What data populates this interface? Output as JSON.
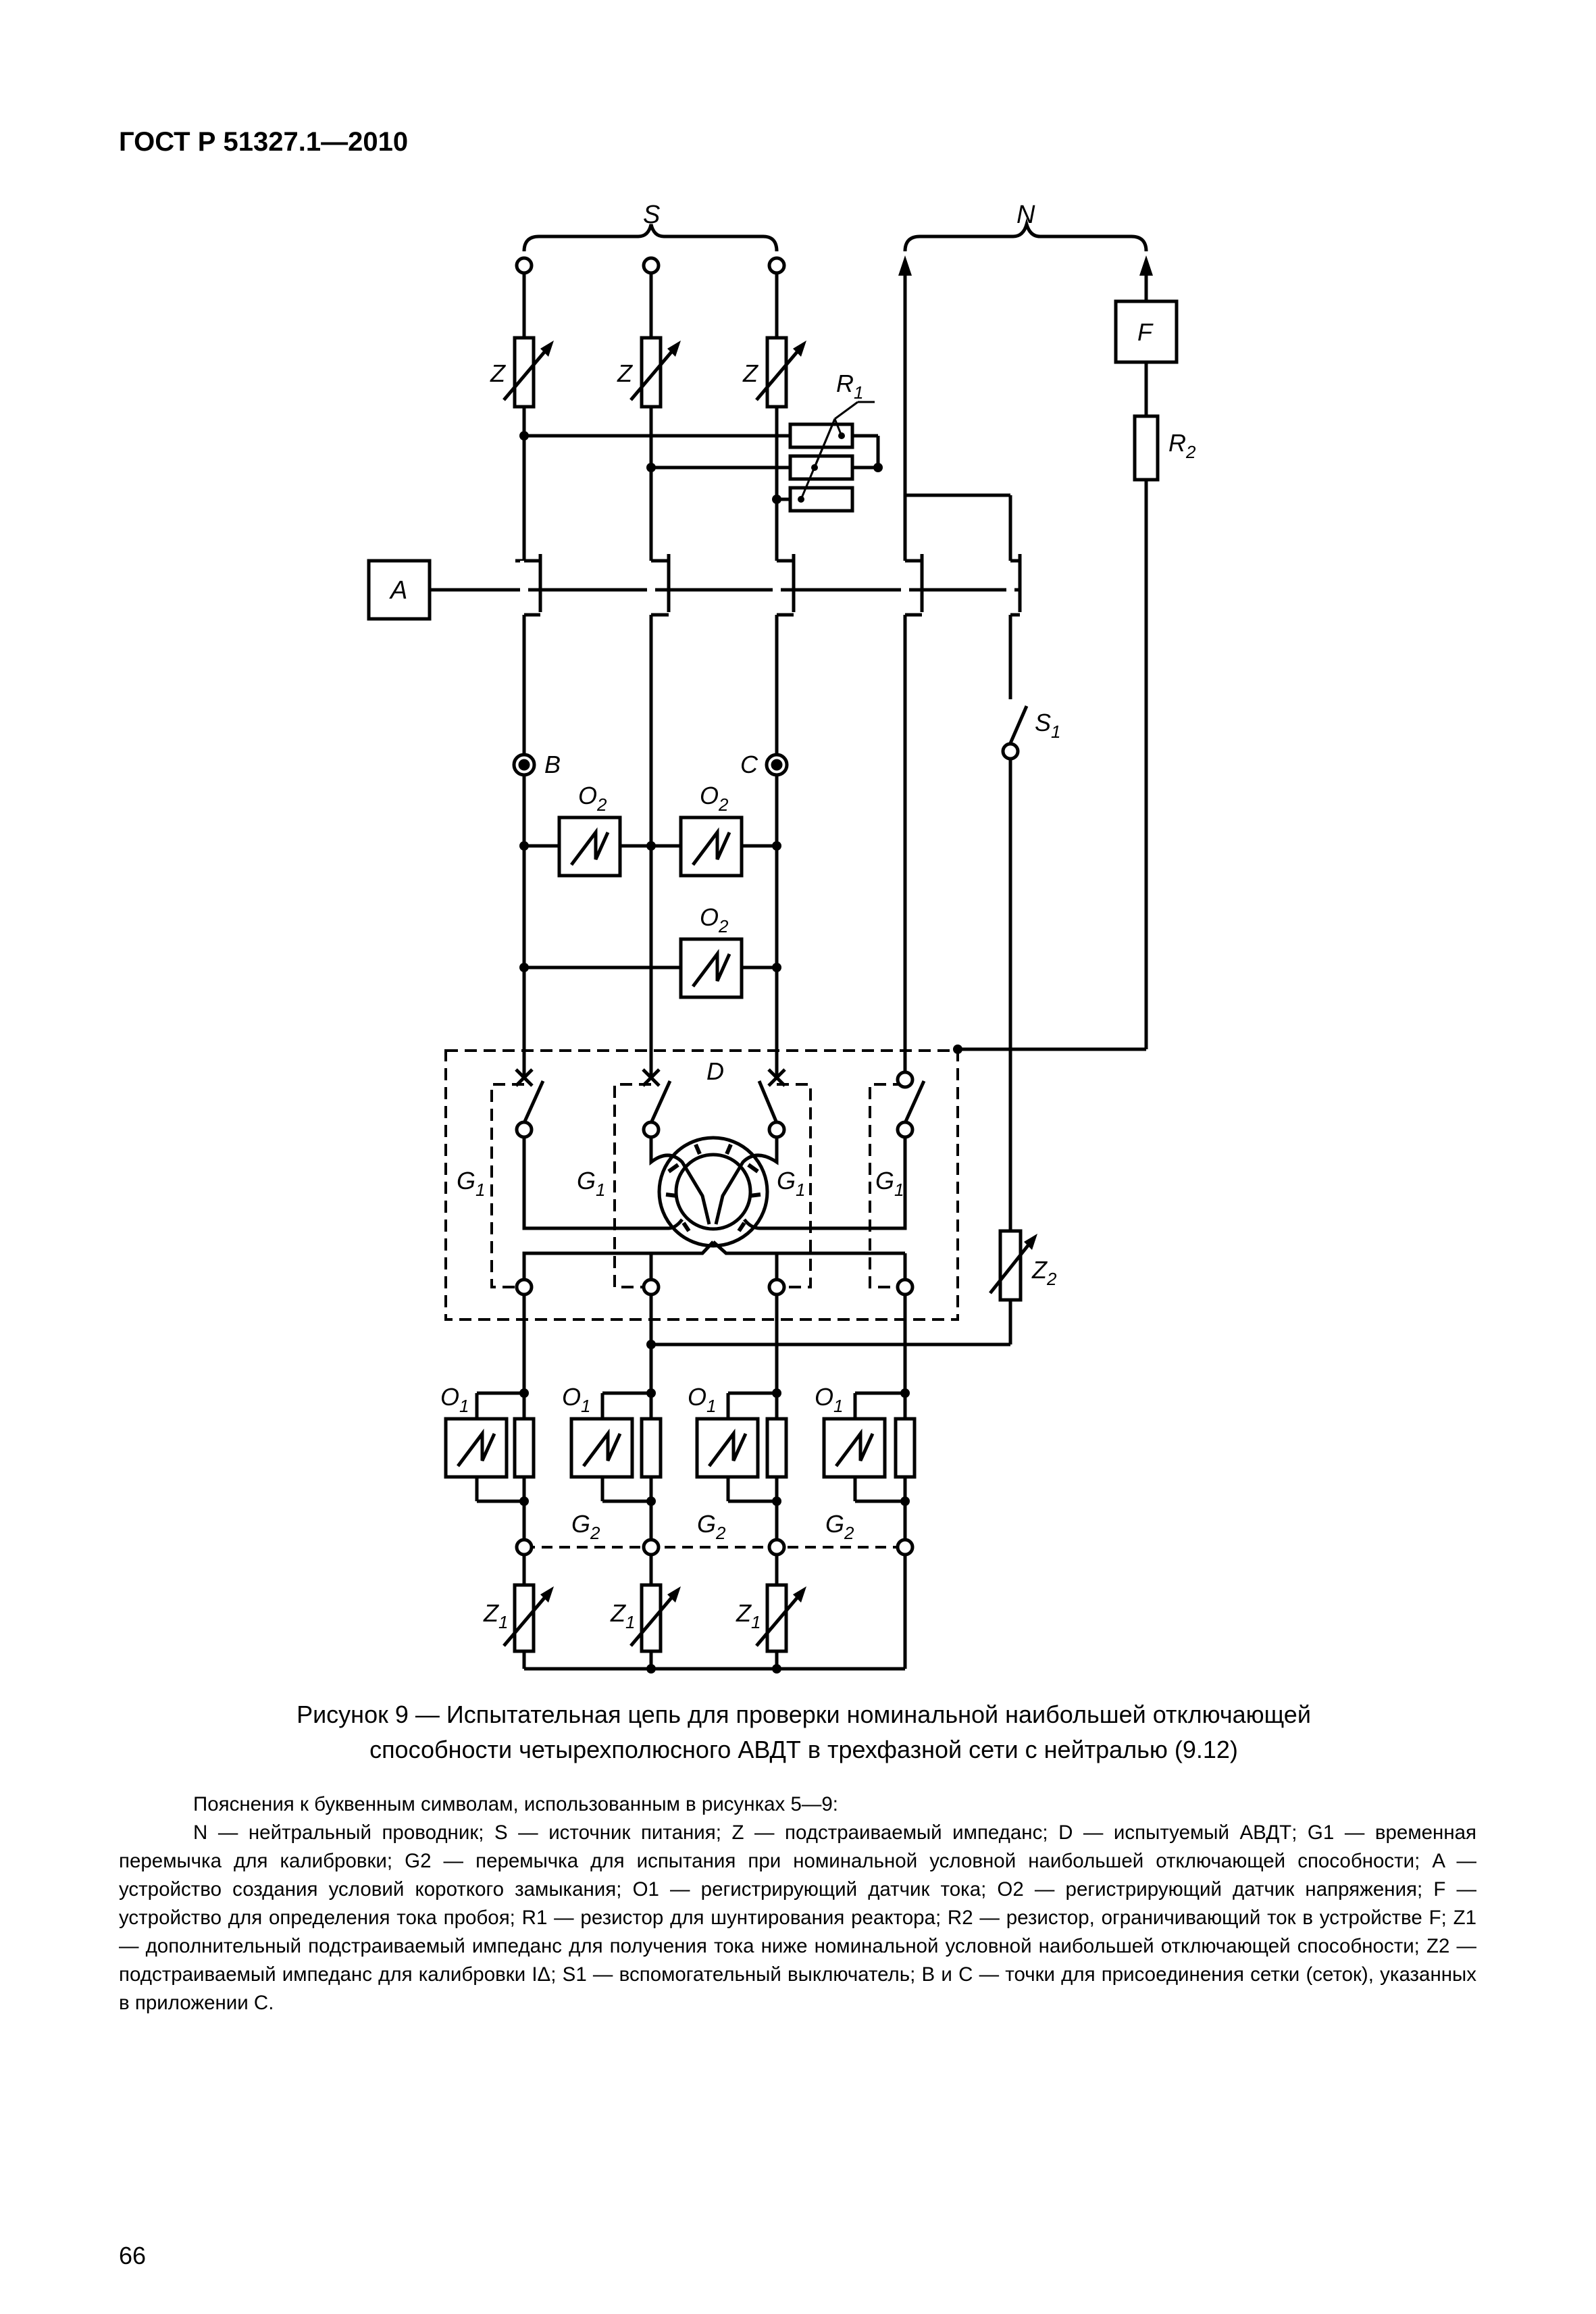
{
  "document": {
    "header": "ГОСТ Р 51327.1—2010",
    "page_number": "66"
  },
  "diagram": {
    "labels": {
      "S": "S",
      "N": "N",
      "A": "A",
      "F": "F",
      "D": "D",
      "Z": "Z",
      "R": "R",
      "O": "O",
      "G": "G",
      "B": "B",
      "C": "C",
      "sub1": "1",
      "sub2": "2"
    }
  },
  "caption": {
    "line1": "Рисунок 9 — Испытательная цепь для проверки номинальной наибольшей отключающей",
    "line2": "способности четырехполюсного АВДТ в трехфазной сети  с нейтралью (9.12)"
  },
  "legend": {
    "intro": "Пояснения к буквенным символам, использованным в рисунках 5—9:",
    "text": "N — нейтральный проводник; S — источник питания; Z — подстраиваемый импеданс; D — испытуемый АВДТ; G1 — временная перемычка для калибровки; G2 — перемычка для испытания при номинальной условной наибольшей отключающей способности; A — устройство создания условий короткого замыкания; O1 — регистрирующий датчик тока; O2 — регистрирующий датчик напряжения; F — устройство для определения тока пробоя; R1 — резистор для шунтирования реактора; R2 — резистор, ограничивающий ток в устройстве F; Z1 — дополнительный подстраиваемый импеданс для получения тока ниже номинальной условной наибольшей отключающей способности; Z2 — подстраиваемый импеданс для калибровки IΔ; S1 — вспомогательный выключатель; B и C — точки для присоединения сетки (сеток), указанных в приложении С."
  }
}
